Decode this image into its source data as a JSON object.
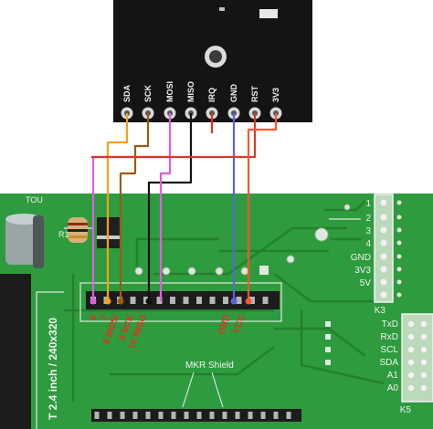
{
  "module": {
    "pins": [
      {
        "label": "SDA",
        "color": "#f4a21b"
      },
      {
        "label": "SCK",
        "color": "#9a5b14"
      },
      {
        "label": "MOSI",
        "color": "#e25ce0"
      },
      {
        "label": "MISO",
        "color": "#111111"
      },
      {
        "label": "IRQ",
        "color": ""
      },
      {
        "label": "GND",
        "color": "#5566dd"
      },
      {
        "label": "RST",
        "color": "#d7392c"
      },
      {
        "label": "3V3",
        "color": "#ff5533"
      }
    ]
  },
  "board": {
    "corner_text": "TOU",
    "resistor_label": "R1",
    "lcd_text": "T 2.4 inch / 240x320",
    "shield_label": "MKR Shield",
    "header_labels": [
      "6",
      "7",
      "8 MOSI",
      "9 SCK",
      "10 MISO",
      "GND",
      "VCC"
    ],
    "right_numbers": [
      "1",
      "2",
      "3",
      "4"
    ],
    "right_power": [
      "GND",
      "3V3",
      "5V"
    ],
    "k3_label": "K3",
    "signal_labels": [
      "TxD",
      "RxD",
      "SCL",
      "SDA",
      "A1",
      "A0"
    ],
    "k5_label": "K5"
  },
  "colors": {
    "pcb": "#2e9b3e",
    "pcb_dark": "#227a2f",
    "module": "#141414",
    "silkscreen": "#f2f2f2",
    "red_label": "#e0341f"
  }
}
